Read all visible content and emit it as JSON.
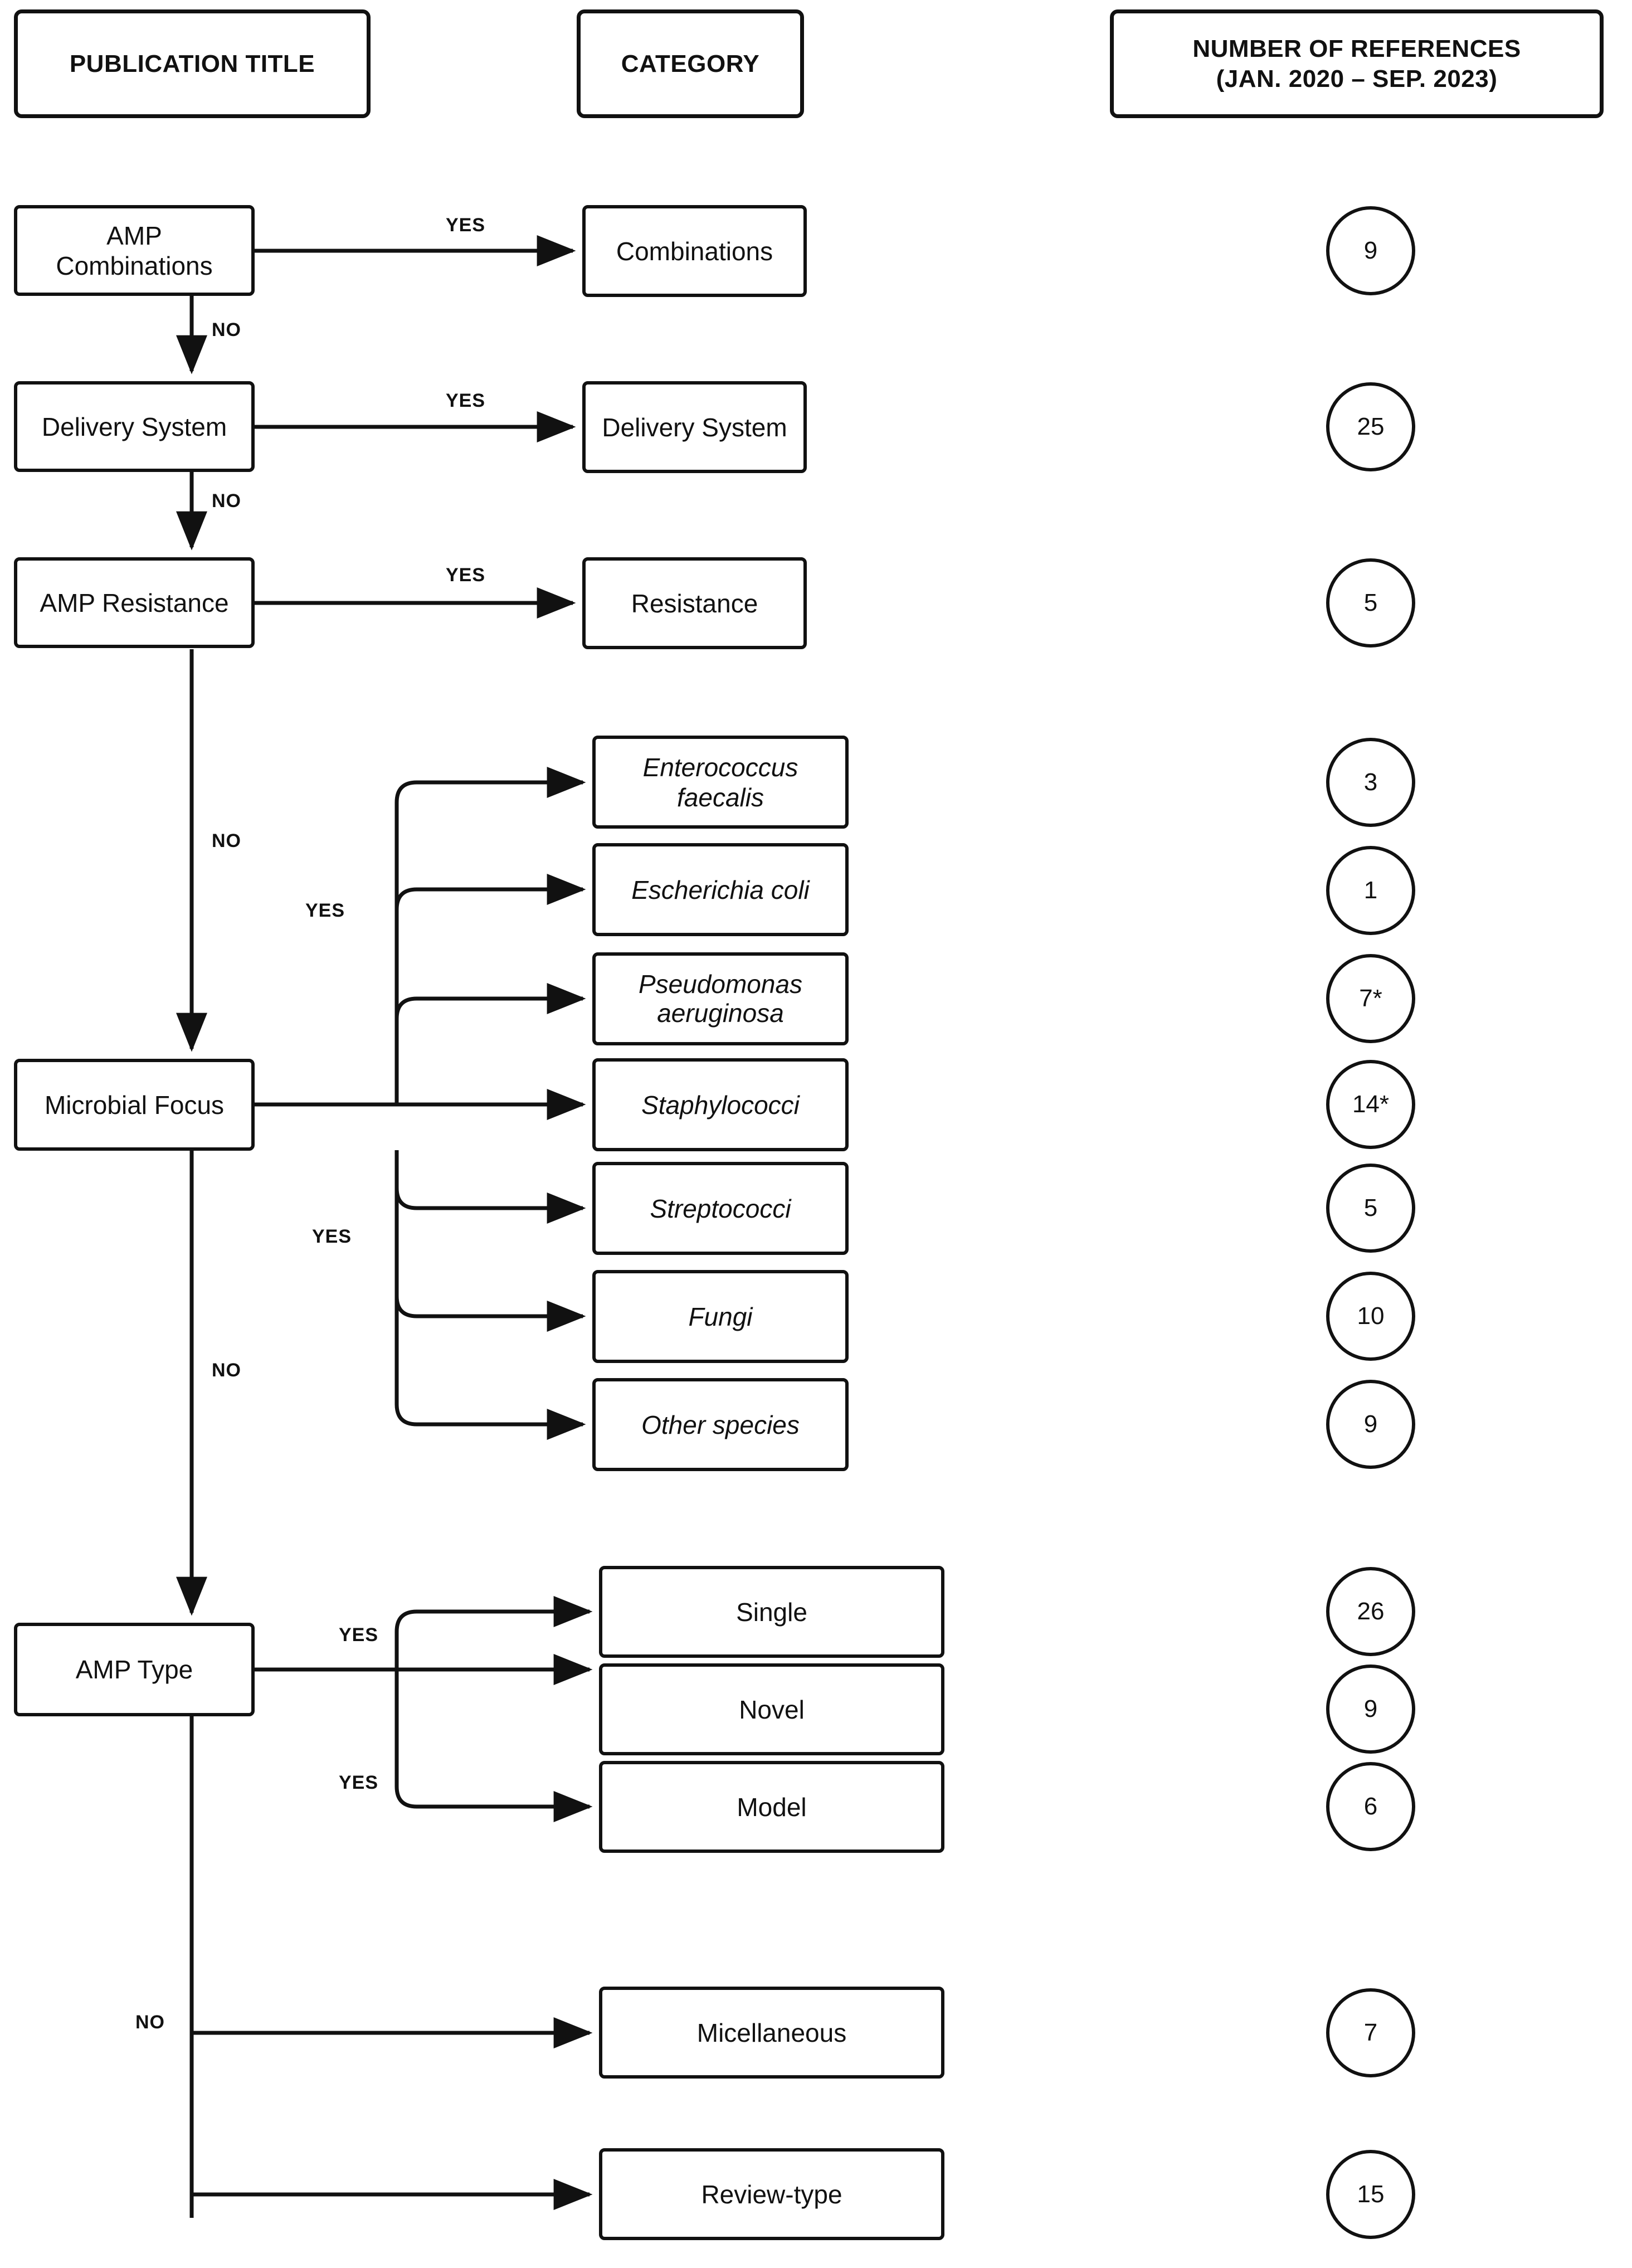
{
  "headers": [
    {
      "id": "publication-title",
      "label": "PUBLICATION TITLE",
      "lines": [
        "PUBLICATION TITLE"
      ]
    },
    {
      "id": "category",
      "label": "CATEGORY",
      "lines": [
        "CATEGORY"
      ]
    },
    {
      "id": "number-of-references",
      "label": "NUMBER OF REFERENCES (JAN. 2020 – SEP. 2023)",
      "lines": [
        "NUMBER OF REFERENCES",
        "(JAN. 2020 – SEP. 2023)"
      ]
    }
  ],
  "decisions": [
    {
      "id": "amp-combinations",
      "label": "AMP Combinations"
    },
    {
      "id": "delivery-system",
      "label": "Delivery System"
    },
    {
      "id": "amp-resistance",
      "label": "AMP Resistance"
    },
    {
      "id": "microbial-focus",
      "label": "Microbial Focus"
    },
    {
      "id": "amp-type",
      "label": "AMP Type"
    }
  ],
  "categories": [
    {
      "id": "combinations",
      "label": "Combinations",
      "references": "9",
      "italic": false
    },
    {
      "id": "delivery-system-cat",
      "label": "Delivery System",
      "references": "25",
      "italic": false
    },
    {
      "id": "resistance",
      "label": "Resistance",
      "references": "5",
      "italic": false
    },
    {
      "id": "enterococcus-faecalis",
      "label": "Enterococcus faecalis",
      "references": "3",
      "italic": true
    },
    {
      "id": "escherichia-coli",
      "label": "Escherichia coli",
      "references": "1",
      "italic": true
    },
    {
      "id": "pseudomonas-aeruginosa",
      "label": "Pseudomonas aeruginosa",
      "references": "7*",
      "italic": true
    },
    {
      "id": "staphylococci",
      "label": "Staphylococci",
      "references": "14*",
      "italic": true
    },
    {
      "id": "streptococci",
      "label": "Streptococci",
      "references": "5",
      "italic": true
    },
    {
      "id": "fungi",
      "label": "Fungi",
      "references": "10",
      "italic": true
    },
    {
      "id": "other-species",
      "label": "Other species",
      "references": "9",
      "italic": true
    },
    {
      "id": "single",
      "label": "Single",
      "references": "26",
      "italic": false
    },
    {
      "id": "novel",
      "label": "Novel",
      "references": "9",
      "italic": false
    },
    {
      "id": "model",
      "label": "Model",
      "references": "6",
      "italic": false
    },
    {
      "id": "micellaneous",
      "label": "Micellaneous",
      "references": "7",
      "italic": false
    },
    {
      "id": "review-type",
      "label": "Review-type",
      "references": "15",
      "italic": false
    }
  ],
  "edge_labels": {
    "yes": "YES",
    "no": "NO",
    "items": [
      {
        "id": "yes-combinations",
        "text": "YES"
      },
      {
        "id": "no-to-delivery",
        "text": "NO"
      },
      {
        "id": "yes-delivery",
        "text": "YES"
      },
      {
        "id": "no-to-resistance",
        "text": "NO"
      },
      {
        "id": "yes-resistance",
        "text": "YES"
      },
      {
        "id": "no-to-microbial",
        "text": "NO"
      },
      {
        "id": "yes-species-upper",
        "text": "YES"
      },
      {
        "id": "yes-species-lower",
        "text": "YES"
      },
      {
        "id": "no-to-amp-type",
        "text": "NO"
      },
      {
        "id": "yes-amp-type-upper",
        "text": "YES"
      },
      {
        "id": "yes-amp-type-lower",
        "text": "YES"
      },
      {
        "id": "no-to-micellaneous",
        "text": "NO"
      }
    ]
  },
  "pseudomonas_lines": [
    "Pseudomonas",
    "aeruginosa"
  ],
  "colors": {
    "stroke": "#111111",
    "background": "#ffffff",
    "text": "#111111"
  }
}
